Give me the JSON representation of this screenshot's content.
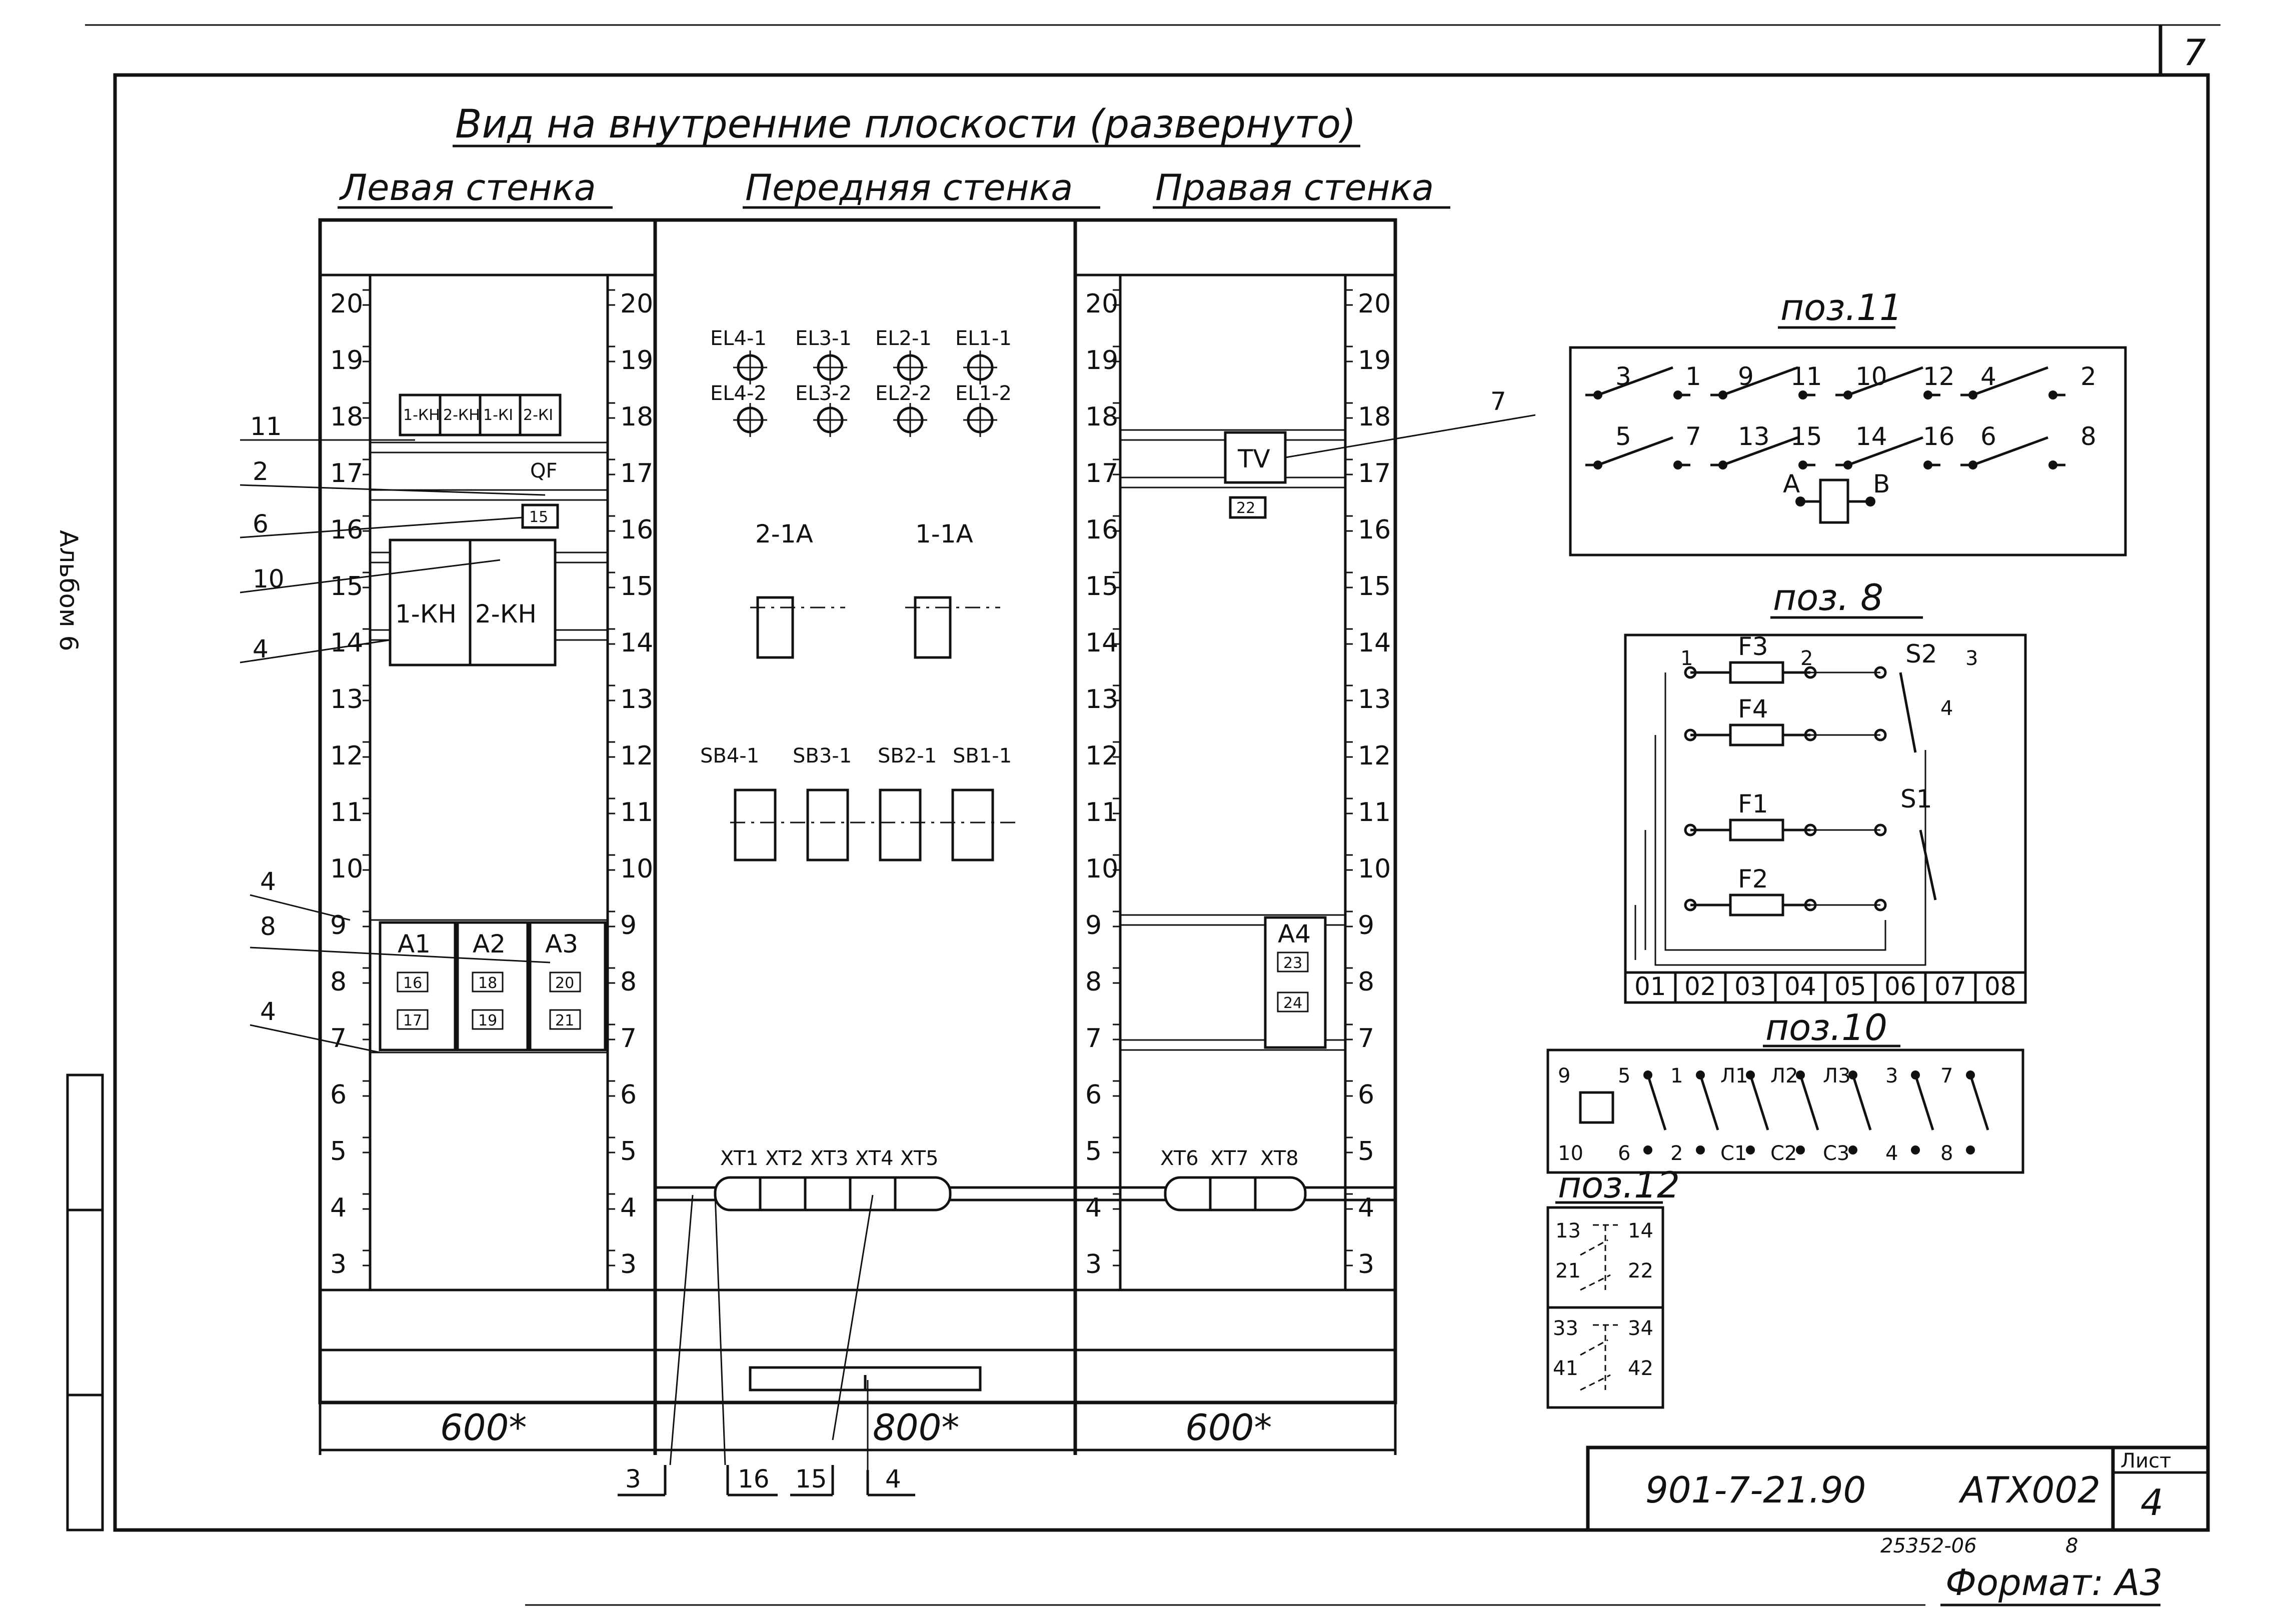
{
  "sheet": {
    "corner_number": "7",
    "side_label": "Альбом 6",
    "main_title": "Вид на внутренние плоскости (развернуто)",
    "walls": {
      "left": "Левая стенка",
      "front": "Передняя стенка",
      "right": "Правая стенка"
    },
    "scale_marks": [
      "20",
      "19",
      "18",
      "17",
      "16",
      "15",
      "14",
      "13",
      "12",
      "11",
      "10",
      "9",
      "8",
      "7",
      "6",
      "5",
      "4",
      "3"
    ],
    "callouts_left": [
      "11",
      "2",
      "6",
      "10",
      "4",
      "4",
      "8",
      "4"
    ],
    "callout_right": "7",
    "callouts_bottom": [
      "3",
      "16",
      "15",
      "4"
    ],
    "dimensions": {
      "left": "600*",
      "front": "800*",
      "right": "600*"
    },
    "left_panel": {
      "relays_small": [
        "1-КН",
        "2-КН",
        "1-КІ",
        "2-КІ"
      ],
      "breaker": "QF",
      "breaker_tag": "15",
      "relays_big": [
        "1-КН",
        "2-КН"
      ],
      "modules": [
        {
          "name": "А1",
          "tags": [
            "16",
            "17"
          ]
        },
        {
          "name": "А2",
          "tags": [
            "18",
            "19"
          ]
        },
        {
          "name": "А3",
          "tags": [
            "20",
            "21"
          ]
        }
      ]
    },
    "front_panel": {
      "lamps_top": [
        "EL4-1",
        "EL3-1",
        "EL2-1",
        "EL1-1"
      ],
      "lamps_bottom": [
        "EL4-2",
        "EL3-2",
        "EL2-2",
        "EL1-2"
      ],
      "switches": [
        "2-1А",
        "1-1А"
      ],
      "buttons": [
        "SB4-1",
        "SB3-1",
        "SB2-1",
        "SB1-1"
      ],
      "terminals": [
        "XT1",
        "XT2",
        "XT3",
        "XT4",
        "XT5"
      ]
    },
    "right_panel": {
      "transformer": "TV",
      "transformer_tag": "22",
      "module": "А4",
      "module_tags": [
        "23",
        "24"
      ],
      "terminals": [
        "XT6",
        "XT7",
        "XT8"
      ]
    },
    "pos11": {
      "title": "поз.11",
      "top_row": [
        "3",
        "1",
        "9",
        "11",
        "10",
        "12",
        "4",
        "2"
      ],
      "bottom_row": [
        "5",
        "7",
        "13",
        "15",
        "14",
        "16",
        "6",
        "8"
      ],
      "coil": [
        "A",
        "B"
      ]
    },
    "pos8": {
      "title": "поз. 8",
      "fuses": [
        "F3",
        "F4",
        "F1",
        "F2"
      ],
      "switches": [
        "S2",
        "S1"
      ],
      "pin_labels": [
        "1",
        "2",
        "3",
        "4"
      ],
      "terminals": [
        "01",
        "02",
        "03",
        "04",
        "05",
        "06",
        "07",
        "08"
      ]
    },
    "pos10": {
      "title": "поз.10",
      "top": [
        "9",
        "5",
        "1",
        "Л1",
        "Л2",
        "Л3",
        "3",
        "7"
      ],
      "bottom": [
        "10",
        "6",
        "2",
        "С1",
        "С2",
        "С3",
        "4",
        "8"
      ]
    },
    "pos12": {
      "title": "поз.12",
      "top": [
        "13",
        "14",
        "21",
        "22"
      ],
      "bottom": [
        "33",
        "34",
        "41",
        "42"
      ]
    },
    "stamp": {
      "code": "901-7-21.90",
      "doc": "АТХ002",
      "sheet_label": "Лист",
      "sheet_no": "4",
      "inventory": "25352-06",
      "inventory_suffix": "8",
      "format": "Формат: А3"
    }
  }
}
